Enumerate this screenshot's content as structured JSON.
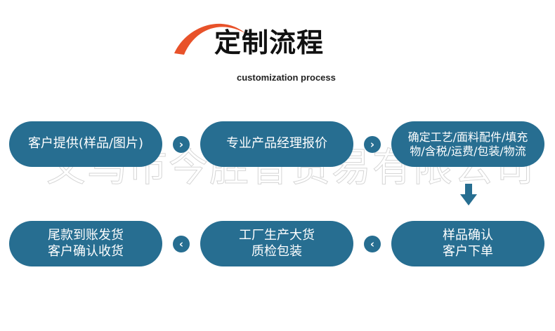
{
  "header": {
    "title": "定制流程",
    "subtitle": "customization process"
  },
  "watermark": "义乌市今胜昔贸易有限公司",
  "colors": {
    "accent": "#276e91",
    "swoosh": "#e8522a"
  },
  "steps": [
    {
      "label": "客户提供(样品/图片)"
    },
    {
      "label": "专业产品经理报价"
    },
    {
      "label": "确定工艺/面料配件/填充\n物/含税/运费/包装/物流"
    },
    {
      "label": "样品确认\n客户下单"
    },
    {
      "label": "工厂生产大货\n质检包装"
    },
    {
      "label": "尾款到账发货\n客户确认收货"
    }
  ],
  "arrows": {
    "right": "›",
    "left": "‹"
  }
}
